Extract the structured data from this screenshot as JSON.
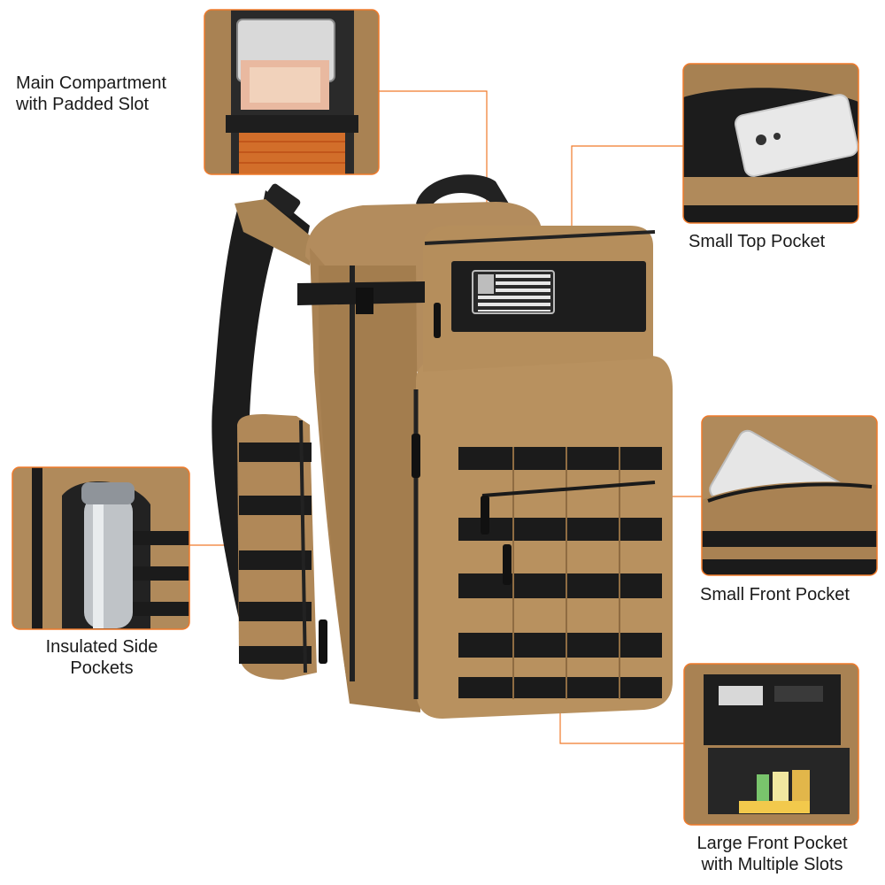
{
  "callouts": {
    "main_compartment": {
      "line1": "Main Compartment",
      "line2": "with Padded Slot"
    },
    "small_top_pocket": {
      "line1": "Small Top Pocket"
    },
    "insulated_side": {
      "line1": "Insulated Side",
      "line2": "Pockets"
    },
    "small_front_pocket": {
      "line1": "Small Front Pocket"
    },
    "large_front_pocket": {
      "line1": "Large Front Pocket",
      "line2": "with Multiple Slots"
    }
  },
  "patch": {
    "description": "US flag patch"
  },
  "colors": {
    "accent": "#F07A2A",
    "tan": "#B08A5B",
    "tan_dark": "#8C6A40",
    "black": "#1A1A1A"
  }
}
